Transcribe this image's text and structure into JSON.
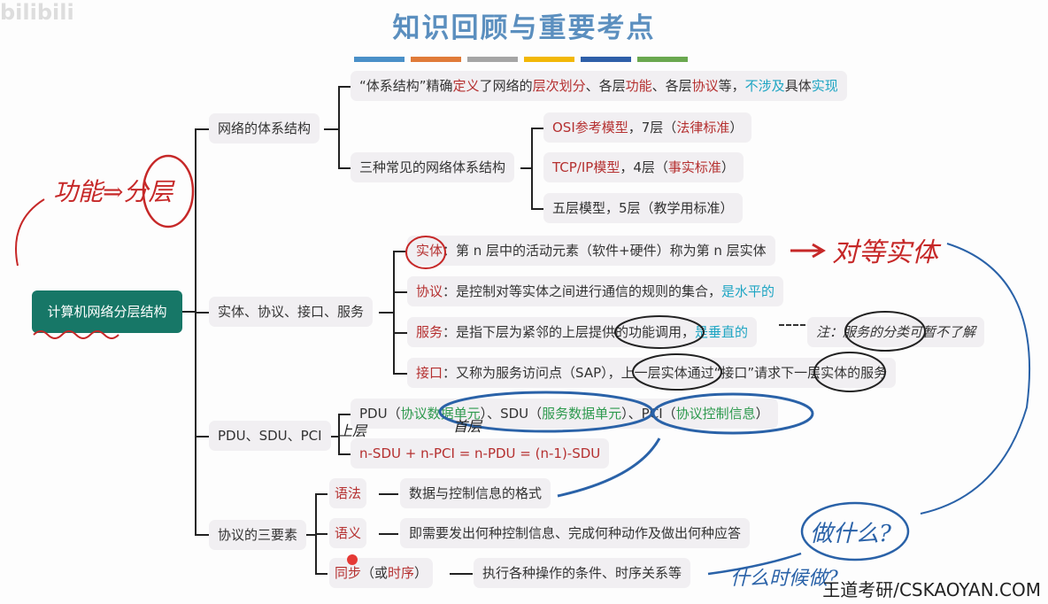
{
  "watermark": "bilibili",
  "title": "知识回顾与重要考点",
  "color_bars": [
    "#4a90c8",
    "#e07b39",
    "#a5a5a5",
    "#f2b807",
    "#2e5fa8",
    "#6aa84f"
  ],
  "colors": {
    "root_bg": "#177767",
    "red": "#b53030",
    "cyan": "#1ea5c3",
    "green": "#2e9a4e",
    "dark": "#333333"
  },
  "root": "计算机网络分层结构",
  "branches": {
    "arch": {
      "label": "网络的体系结构",
      "definition": [
        {
          "t": "“体系结构”精确",
          "c": "dark"
        },
        {
          "t": "定义",
          "c": "red"
        },
        {
          "t": "了网络的",
          "c": "dark"
        },
        {
          "t": "层次划分",
          "c": "red"
        },
        {
          "t": "、各层",
          "c": "dark"
        },
        {
          "t": "功能",
          "c": "red"
        },
        {
          "t": "、各层",
          "c": "dark"
        },
        {
          "t": "协议",
          "c": "red"
        },
        {
          "t": "等，",
          "c": "dark"
        },
        {
          "t": "不涉及",
          "c": "cyan"
        },
        {
          "t": "具体",
          "c": "dark"
        },
        {
          "t": "实现",
          "c": "cyan"
        }
      ],
      "models_label": "三种常见的网络体系结构",
      "models": [
        [
          {
            "t": "OSI参考模型",
            "c": "red"
          },
          {
            "t": "，7层（",
            "c": "dark"
          },
          {
            "t": "法律标准",
            "c": "red"
          },
          {
            "t": "）",
            "c": "dark"
          }
        ],
        [
          {
            "t": "TCP/IP模型",
            "c": "red"
          },
          {
            "t": "，4层（",
            "c": "dark"
          },
          {
            "t": "事实标准",
            "c": "red"
          },
          {
            "t": "）",
            "c": "dark"
          }
        ],
        [
          {
            "t": "五层模型，5层（教学用标准）",
            "c": "dark"
          }
        ]
      ]
    },
    "entity": {
      "label": "实体、协议、接口、服务",
      "items": [
        [
          {
            "t": "实体",
            "c": "red"
          },
          {
            "t": "：第 n 层中的活动元素（软件+硬件）称为第 n 层实体",
            "c": "dark"
          }
        ],
        [
          {
            "t": "协议",
            "c": "red"
          },
          {
            "t": "：是控制对等实体之间进行通信的规则的集合，",
            "c": "dark"
          },
          {
            "t": "是水平的",
            "c": "cyan"
          }
        ],
        [
          {
            "t": "服务",
            "c": "red"
          },
          {
            "t": "：是指下层为紧邻的上层提供的功能调用，",
            "c": "dark"
          },
          {
            "t": "是垂直的",
            "c": "cyan"
          }
        ],
        [
          {
            "t": "接口",
            "c": "red"
          },
          {
            "t": "：又称为服务访问点（SAP），上一层实体通过“接口”请求下一层实体的服务",
            "c": "dark"
          }
        ]
      ],
      "note": "注：服务的分类可暂不了解"
    },
    "pdu": {
      "label": "PDU、SDU、PCI",
      "terms": [
        {
          "t": "PDU（",
          "c": "dark"
        },
        {
          "t": "协议数据单元",
          "c": "green"
        },
        {
          "t": "）、SDU（",
          "c": "dark"
        },
        {
          "t": "服务数据单元",
          "c": "green"
        },
        {
          "t": "）、PCI（",
          "c": "dark"
        },
        {
          "t": "协议控制信息",
          "c": "green"
        },
        {
          "t": "）",
          "c": "dark"
        }
      ],
      "formula": [
        {
          "t": "n-SDU + n-PCI = n-PDU = (n-1)-SDU",
          "c": "red"
        }
      ]
    },
    "elements": {
      "label": "协议的三要素",
      "rows": [
        {
          "name": [
            {
              "t": "语法",
              "c": "red"
            }
          ],
          "desc": "数据与控制信息的格式"
        },
        {
          "name": [
            {
              "t": "语义",
              "c": "red"
            }
          ],
          "desc": "即需要发出何种控制信息、完成何种动作及做出何种应答"
        },
        {
          "name": [
            {
              "t": "同步",
              "c": "red"
            },
            {
              "t": "（或",
              "c": "dark"
            },
            {
              "t": "时序",
              "c": "red"
            },
            {
              "t": "）",
              "c": "dark"
            }
          ],
          "desc": "执行各种操作的条件、时序关系等"
        }
      ]
    }
  },
  "annotations": {
    "func_layer": "功能⇒分层",
    "peer_entity": "对等实体",
    "upper": "上层",
    "lower": "首层",
    "what": "做什么?",
    "when": "什么时候做?"
  },
  "site": "王道考研/CSKAOYAN.COM"
}
